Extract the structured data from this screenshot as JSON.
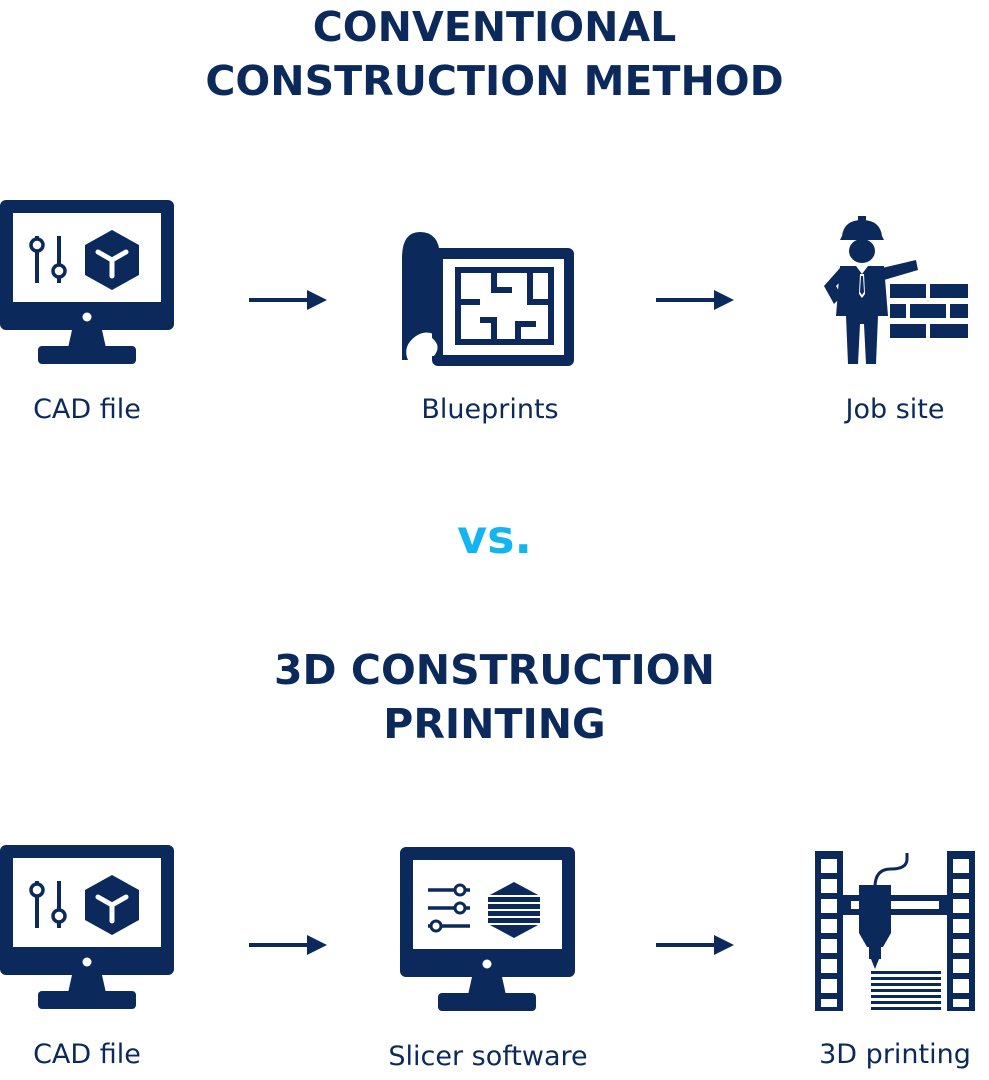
{
  "colors": {
    "navy": "#0b2a5b",
    "accent": "#12b5f0",
    "background": "#ffffff"
  },
  "conventional": {
    "heading_line1": "CONVENTIONAL",
    "heading_line2": "CONSTRUCTION METHOD",
    "steps": [
      {
        "label": "CAD file",
        "icon": "monitor-cad-icon"
      },
      {
        "label": "Blueprints",
        "icon": "blueprint-icon"
      },
      {
        "label": "Job site",
        "icon": "construction-worker-icon"
      }
    ]
  },
  "versus": "vs.",
  "printing": {
    "heading_line1": "3D CONSTRUCTION",
    "heading_line2": "PRINTING",
    "steps": [
      {
        "label": "CAD file",
        "icon": "monitor-cad-icon"
      },
      {
        "label": "Slicer software",
        "icon": "monitor-slicer-icon"
      },
      {
        "label": "3D printing",
        "icon": "3d-printer-icon"
      }
    ]
  }
}
